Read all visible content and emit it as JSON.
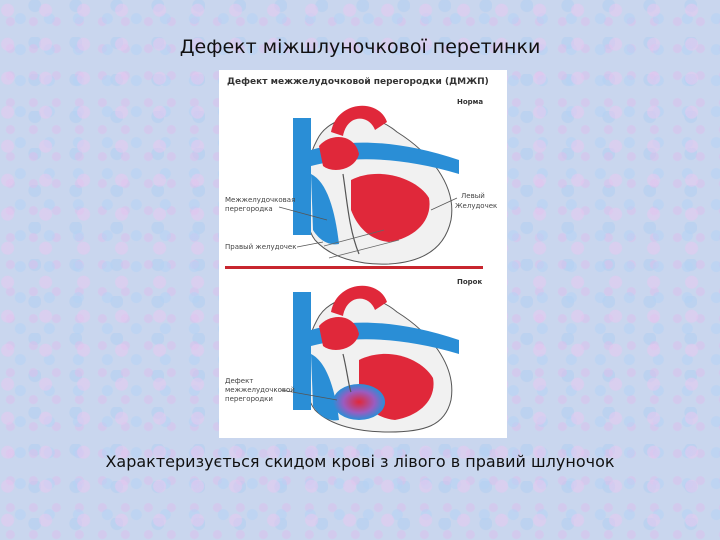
{
  "slide": {
    "title": "Дефект міжшлуночкової перетинки",
    "caption": "Характеризується скидом крові з лівого в правий шлуночок"
  },
  "figure": {
    "heading": "Дефект межжелудочковой перегородки (ДМЖП)",
    "top_panel": {
      "tag": "Норма",
      "label_septum_1": "Межжелудочковая",
      "label_septum_2": "перегородка",
      "label_left_ventricle_1": "Левый",
      "label_left_ventricle_2": "Желудочек",
      "label_right_ventricle": "Правый желудочек"
    },
    "bottom_panel": {
      "tag": "Порок",
      "label_defect_1": "Дефект",
      "label_defect_2": "межжелудочковой",
      "label_defect_3": "перегородки"
    }
  },
  "colors": {
    "arterial_red": "#e0283a",
    "venous_blue": "#2a8ed6",
    "divider_red": "#c8262e"
  }
}
